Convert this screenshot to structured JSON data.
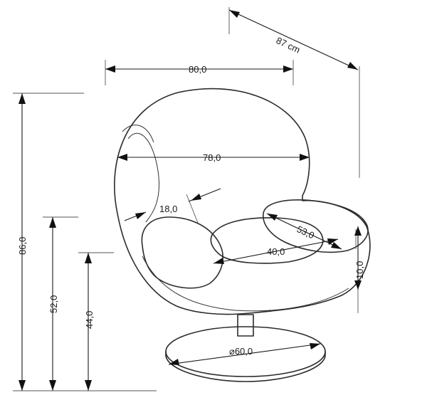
{
  "dimensions": {
    "depth": "87 cm",
    "width_top": "80,0",
    "seat_back_width": "78,0",
    "back_thickness": "18,0",
    "armrest_depth": "53,0",
    "seat_depth": "40,0",
    "armrest_height": "10,0",
    "total_height": "86,0",
    "armrest_floor_height": "52,0",
    "seat_height": "44,0",
    "base_diameter": "⌀60,0"
  },
  "colors": {
    "line": "#2b2b2b",
    "background": "#ffffff"
  }
}
